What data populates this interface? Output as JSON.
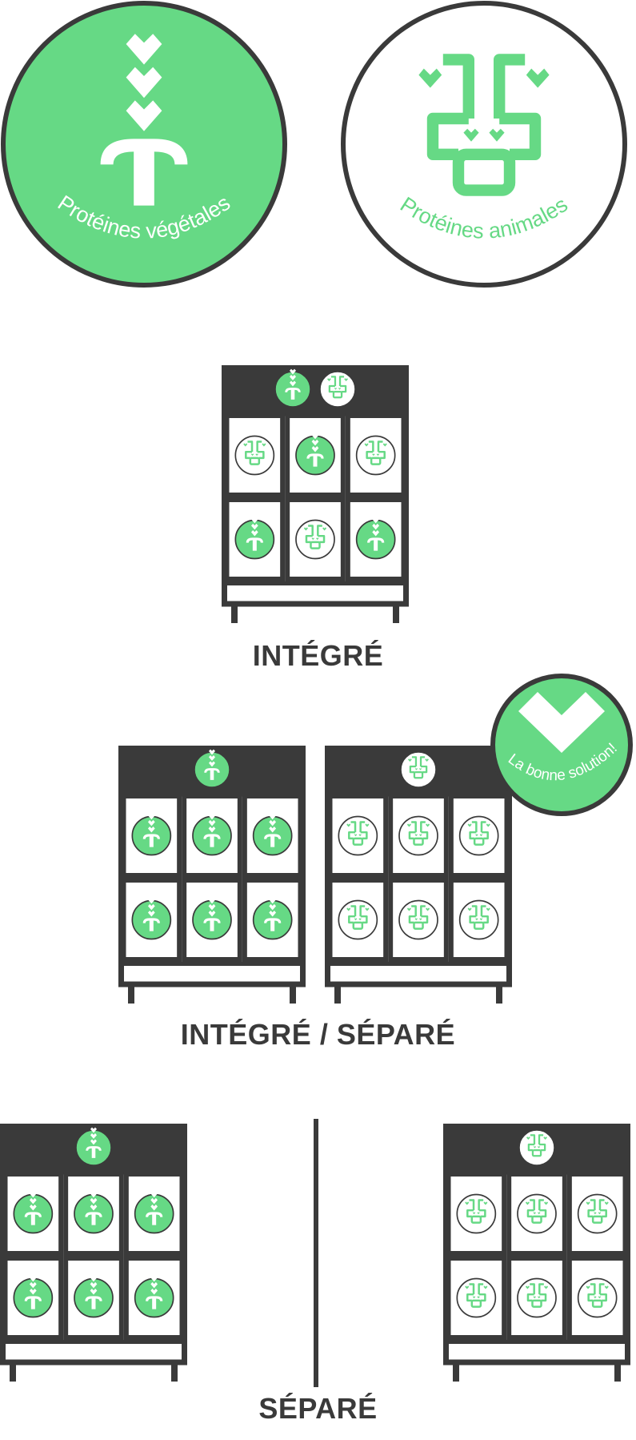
{
  "colors": {
    "green": "#66d985",
    "dark": "#3a3a3a",
    "white": "#ffffff"
  },
  "legend": {
    "vegetal_label": "Protéines végétales",
    "animal_label": "Protéines animales",
    "vegetal_icon": "plant-hearts-icon",
    "animal_icon": "cow-face-icon"
  },
  "sections": {
    "integre_label": "INTÉGRÉ",
    "integre_separe_label": "INTÉGRÉ / SÉPARÉ",
    "separe_label": "SÉPARÉ"
  },
  "badge": {
    "text": "La bonne solution!",
    "icon": "heart-icon"
  },
  "fridges": {
    "integre": {
      "header": [
        "vegetal",
        "animal"
      ],
      "cells": [
        "animal",
        "vegetal",
        "animal",
        "vegetal",
        "animal",
        "vegetal"
      ]
    },
    "mixed_left": {
      "header": [
        "vegetal"
      ],
      "cells": [
        "vegetal",
        "vegetal",
        "vegetal",
        "vegetal",
        "vegetal",
        "vegetal"
      ]
    },
    "mixed_right": {
      "header": [
        "animal"
      ],
      "cells": [
        "animal",
        "animal",
        "animal",
        "animal",
        "animal",
        "animal"
      ]
    },
    "separe_left": {
      "header": [
        "vegetal"
      ],
      "cells": [
        "vegetal",
        "vegetal",
        "vegetal",
        "vegetal",
        "vegetal",
        "vegetal"
      ]
    },
    "separe_right": {
      "header": [
        "animal"
      ],
      "cells": [
        "animal",
        "animal",
        "animal",
        "animal",
        "animal",
        "animal"
      ]
    }
  }
}
